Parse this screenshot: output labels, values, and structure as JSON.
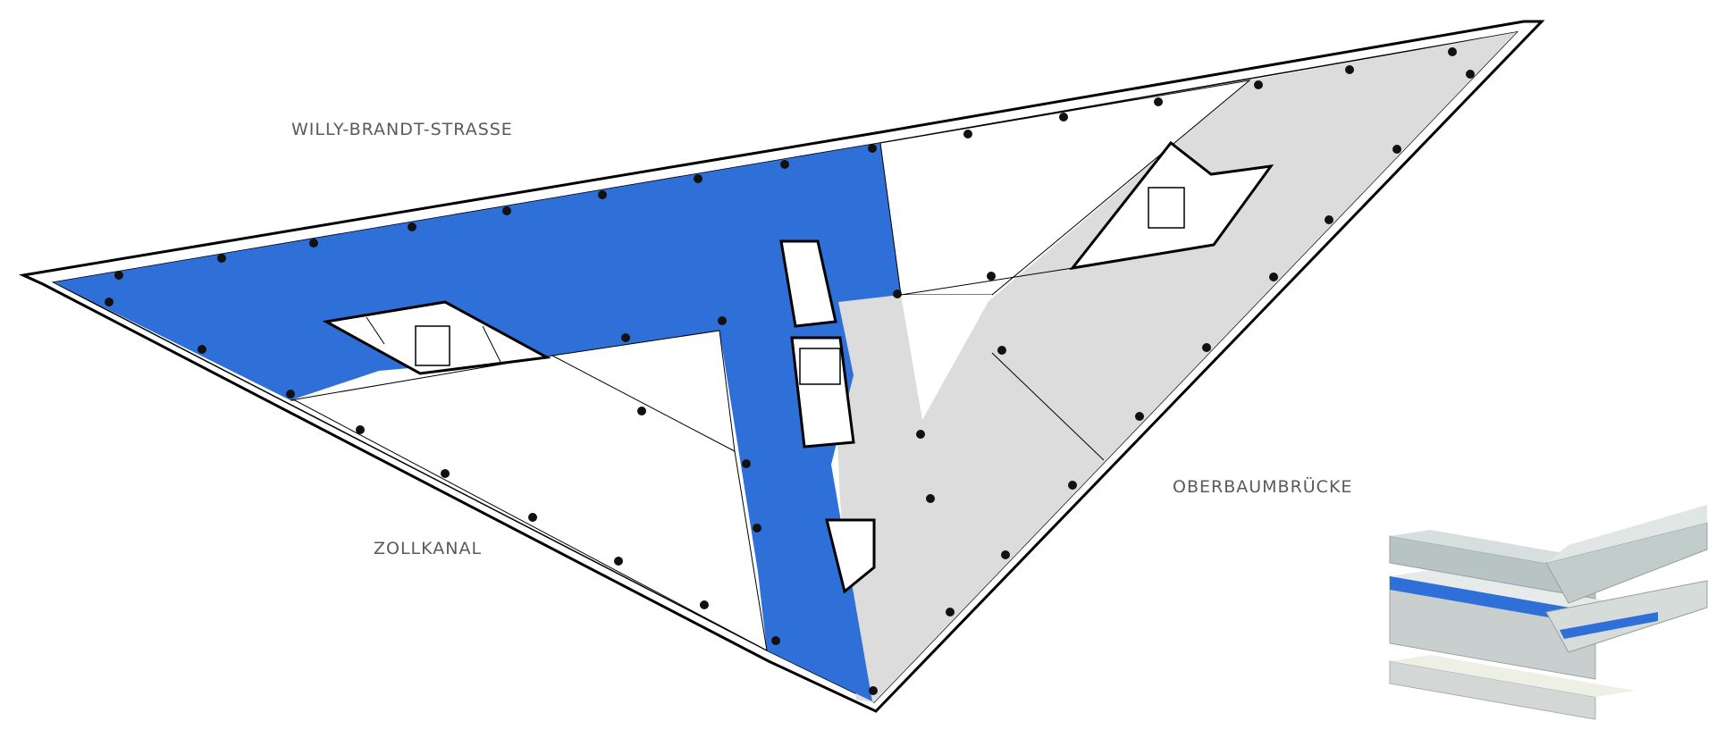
{
  "labels": {
    "north_street": "WILLY-BRANDT-STRASSE",
    "east_bridge": "OBERBAUMBRÜCKE",
    "south_canal": "ZOLLKANAL"
  },
  "colors": {
    "highlighted_unit": "#2f6fd8",
    "other_unit": "#dcdcdc",
    "outline": "#000000",
    "columns": "#111111",
    "label_text": "#5a5a5a"
  },
  "legend": {
    "type": "3d-building-key",
    "highlighted_floor_color": "#2f6fd8"
  }
}
